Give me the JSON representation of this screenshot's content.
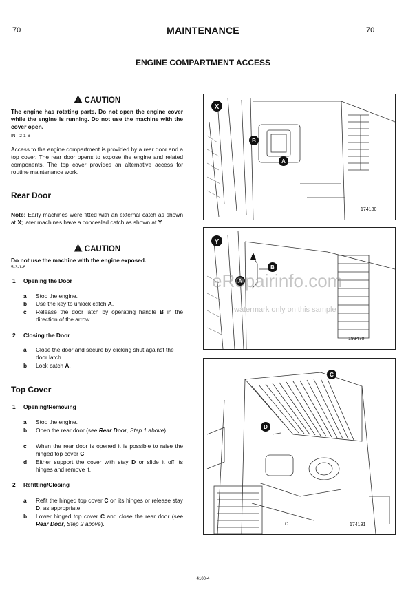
{
  "page": {
    "number_left": "70",
    "number_right": "70",
    "header": "MAINTENANCE",
    "subtitle": "ENGINE COMPARTMENT ACCESS",
    "footer": "4100-4"
  },
  "caution1": {
    "label": "CAUTION",
    "text": "The engine has rotating parts. Do not open the engine cover while the engine is running. Do not use the machine with the cover open.",
    "ref": "INT-2-1-6"
  },
  "intro": "Access to the engine compartment is provided by a rear door and a top cover. The rear door opens to expose the engine and related components. The top cover provides an alternative access for routine maintenance work.",
  "rear_door": {
    "heading": "Rear Door",
    "note_label": "Note:",
    "note_part1": " Early machines were fitted with an external catch as shown at ",
    "note_x": "X",
    "note_part2": "; later machines have a concealed catch as shown at ",
    "note_y": "Y",
    "note_end": ".",
    "caution_label": "CAUTION",
    "caution_text": "Do not use the machine with the engine exposed.",
    "caution_ref": "5-3-1-6",
    "step1_num": "1",
    "step1_title": "Opening the Door",
    "step1_a_letter": "a",
    "step1_a": "Stop the engine.",
    "step1_b_letter": "b",
    "step1_b_1": "Use the key to unlock catch ",
    "step1_b_bold": "A",
    "step1_b_2": ".",
    "step1_c_letter": "c",
    "step1_c_1": "Release the door latch by operating handle ",
    "step1_c_bold": "B",
    "step1_c_2": " in the direction of the arrow.",
    "step2_num": "2",
    "step2_title": "Closing the Door",
    "step2_a_letter": "a",
    "step2_a": "Close the door and secure by clicking shut against the door latch.",
    "step2_b_letter": "b",
    "step2_b_1": "Lock catch ",
    "step2_b_bold": "A",
    "step2_b_2": "."
  },
  "top_cover": {
    "heading": "Top Cover",
    "step1_num": "1",
    "step1_title": "Opening/Removing",
    "a_letter": "a",
    "a": "Stop the engine.",
    "b_letter": "b",
    "b_1": "Open the rear door (see ",
    "b_bold_italic": "Rear Door",
    "b_italic": ", Step 1 above",
    "b_2": ").",
    "c_letter": "c",
    "c_1": "When the rear door is opened it is possible to raise the hinged top cover ",
    "c_bold": "C",
    "c_2": ".",
    "d_letter": "d",
    "d_1": "Either support the cover with stay  ",
    "d_bold": "D",
    "d_2": " or slide it off its hinges and remove it.",
    "step2_num": "2",
    "step2_title": "Refitting/Closing",
    "r_a_letter": "a",
    "r_a_1": "Refit the hinged top cover ",
    "r_a_bold1": "C",
    "r_a_2": " on its hinges or release stay ",
    "r_a_bold2": "D",
    "r_a_3": ", as appropriate.",
    "r_b_letter": "b",
    "r_b_1": "Lower hinged top cover ",
    "r_b_bold": "C",
    "r_b_2": " and close the rear door (see ",
    "r_b_bold_italic": "Rear Door",
    "r_b_italic": ", Step 2 above",
    "r_b_3": ")."
  },
  "figures": {
    "x": {
      "badge": "X",
      "callout_a": "A",
      "callout_b": "B",
      "number": "174180"
    },
    "y": {
      "badge": "Y",
      "callout_a": "A",
      "callout_b": "B",
      "number": "193470"
    },
    "c": {
      "callout_c": "C",
      "callout_d": "D",
      "label_c": "C",
      "number": "174191"
    }
  },
  "watermark": {
    "main": "eRepairinfo.com",
    "sub": "watermark only on this sample"
  }
}
